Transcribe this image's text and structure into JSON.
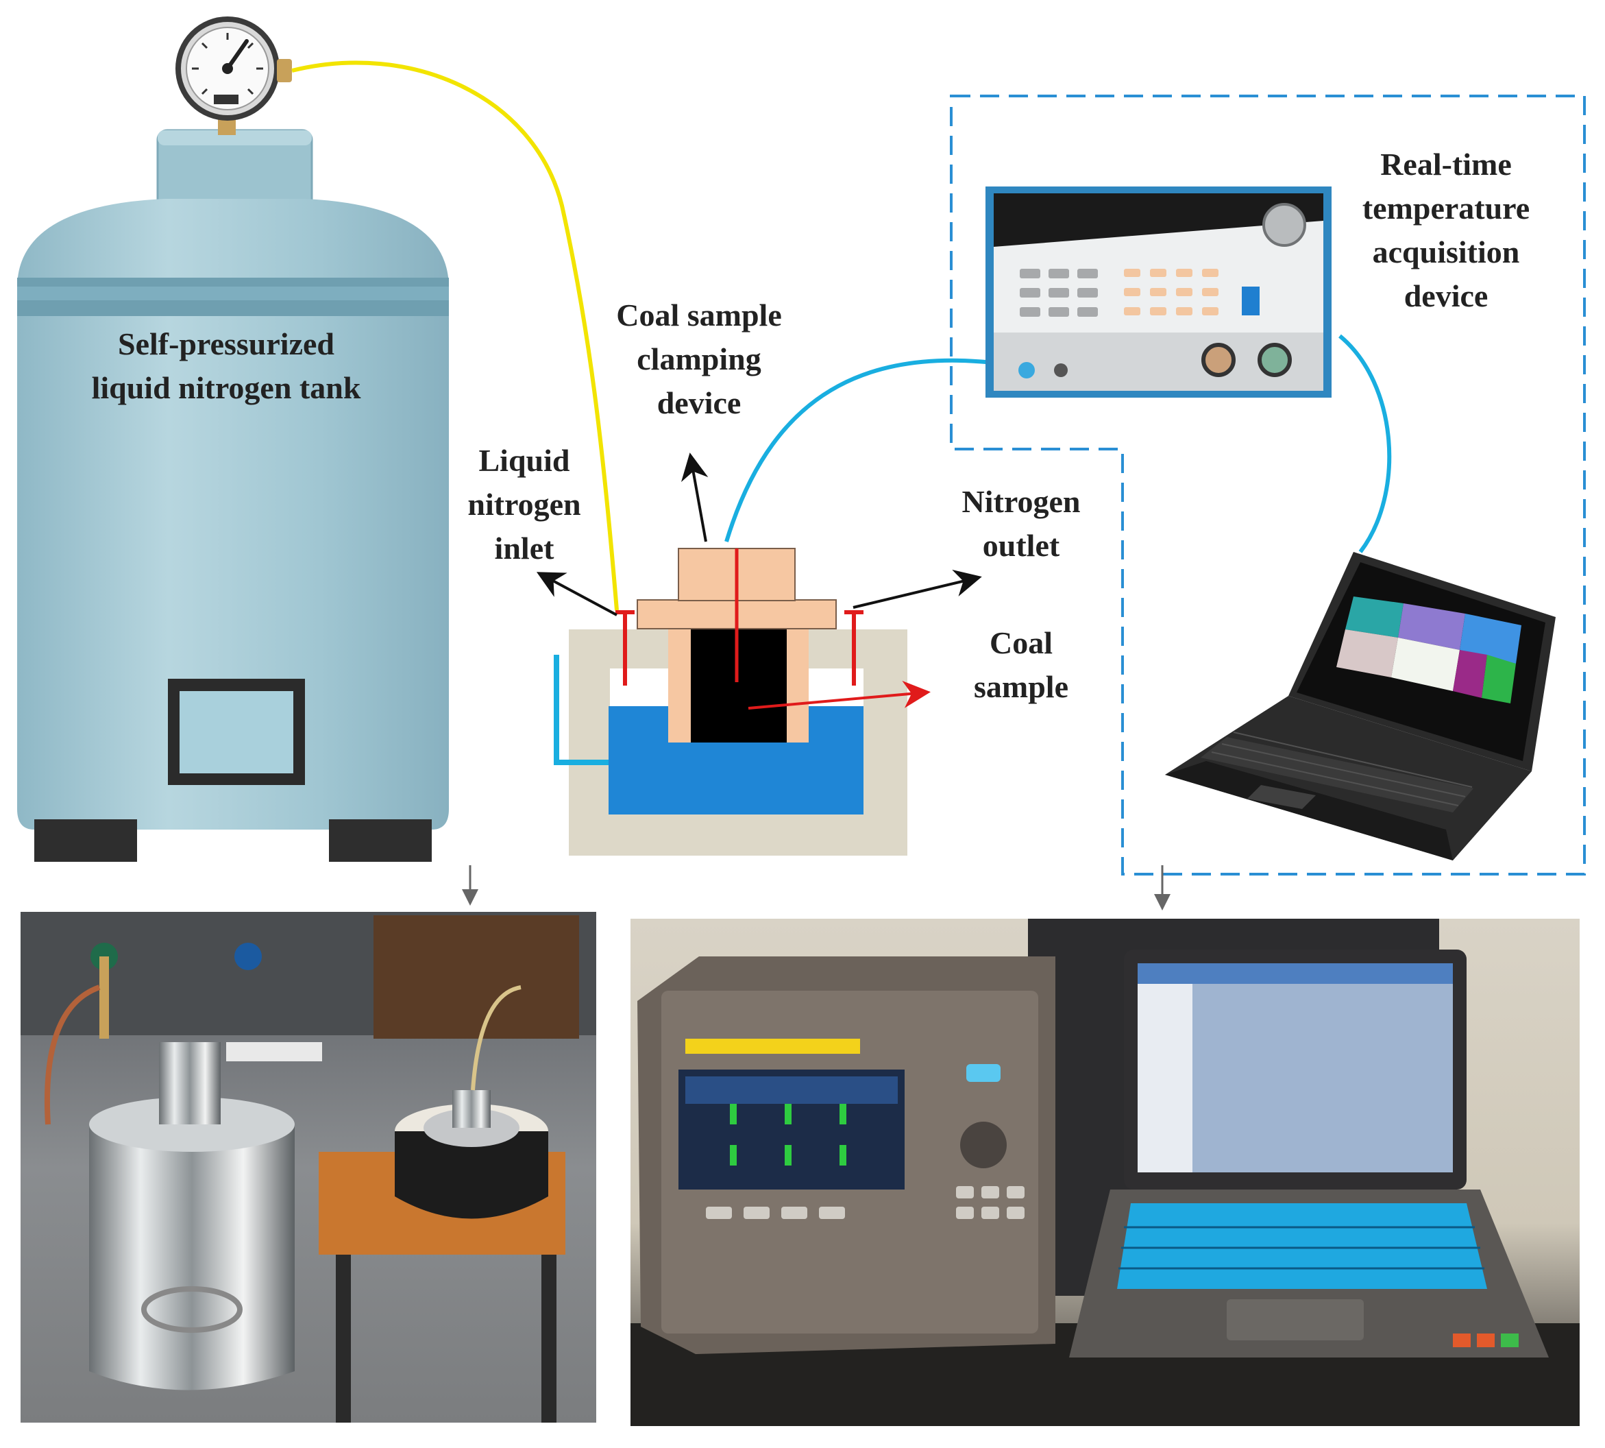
{
  "labels": {
    "tank": "Self-pressurized\nliquid nitrogen tank",
    "clamping": "Coal sample\nclamping\ndevice",
    "inlet": "Liquid\nnitrogen\ninlet",
    "outlet": "Nitrogen\noutlet",
    "sample": "Coal\nsample",
    "acquisition": "Real-time\ntemperature\nacquisition\ndevice"
  },
  "colors": {
    "tank_body": "#9cc3cf",
    "tank_band": "#6f9fb0",
    "gauge_hose": "#f2e400",
    "sensor_cable": "#19aee0",
    "holder_wood": "#f6c7a2",
    "coal": "#000000",
    "liquid_nitrogen": "#1f86d6",
    "insulation_box": "#ddd8c8",
    "red_bolts": "#e01b1b",
    "dashed_frame": "#2a8fd4",
    "label_text": "#222222"
  },
  "icons": [
    "pressure-gauge-icon",
    "data-logger-icon",
    "laptop-icon",
    "down-arrow-icon"
  ]
}
